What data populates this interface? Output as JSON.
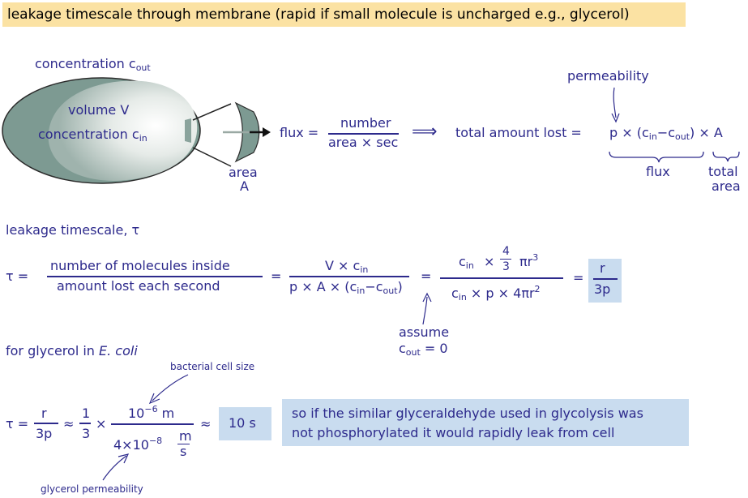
{
  "header": {
    "text": "leakage timescale through membrane (rapid if small molecule is uncharged e.g., glycerol)"
  },
  "cell": {
    "conc_out_label": "concentration c",
    "conc_out_sub": "out",
    "volume_label": "volume V",
    "conc_in_label": "concentration c",
    "conc_in_sub": "in",
    "area_label": "area",
    "area_symbol": "A"
  },
  "flux_eq": {
    "lhs": "flux =",
    "num": "number",
    "den": "area × sec",
    "arrow": "⟹",
    "total_label": "total amount lost =",
    "permeability_label": "permeability",
    "p": "p",
    "times1": "×",
    "paren_open": "(c",
    "in": "in",
    "minus": "−c",
    "out": "out",
    "paren_close": ")",
    "times2": "× A",
    "flux_brace_label": "flux",
    "total_area_label1": "total",
    "total_area_label2": "area"
  },
  "timescale": {
    "heading": "leakage timescale, τ",
    "tau_eq": "τ  =",
    "frac1_num": "number of molecules inside",
    "frac1_den": "amount lost each second",
    "eq2": "=",
    "frac2_num_a": "V × c",
    "frac2_num_sub": "in",
    "frac2_den_a": "p × A × (c",
    "frac2_den_in": "in",
    "frac2_den_b": "−c",
    "frac2_den_out": "out",
    "frac2_den_c": ")",
    "eq3": "=",
    "frac3_num_c": "c",
    "frac3_num_sub": "in",
    "frac3_num_times": "×",
    "frac3_num_4": "4",
    "frac3_num_3": "3",
    "frac3_num_pir": "πr",
    "frac3_num_exp": "3",
    "frac3_den_c": "c",
    "frac3_den_sub": "in",
    "frac3_den_rest": "× p ×  4πr",
    "frac3_den_exp": "2",
    "eq4": "=",
    "result_num": "r",
    "result_den": "3p",
    "assume1": "assume",
    "assume2_c": "c",
    "assume2_sub": "out",
    "assume2_rest": " = 0"
  },
  "glycerol": {
    "heading_a": "for glycerol in ",
    "heading_b": "E. coli",
    "cell_size_label": "bacterial cell size",
    "tau_eq": "τ  =",
    "f1_num": "r",
    "f1_den": "3p",
    "approx1": "≈",
    "f2_num": "1",
    "f2_den": "3",
    "times": "×",
    "num_base": "10",
    "num_exp": "−6",
    "num_unit": " m",
    "den_base": "4×10",
    "den_exp": "−8",
    "den_unit_num": "m",
    "den_unit_den": "s",
    "approx2": "≈",
    "result": "10 s",
    "note_line1": "so if the similar glyceraldehyde used in glycolysis was",
    "note_line2": "not phosphorylated it would rapidly leak from cell",
    "perm_label": "glycerol permeability"
  }
}
